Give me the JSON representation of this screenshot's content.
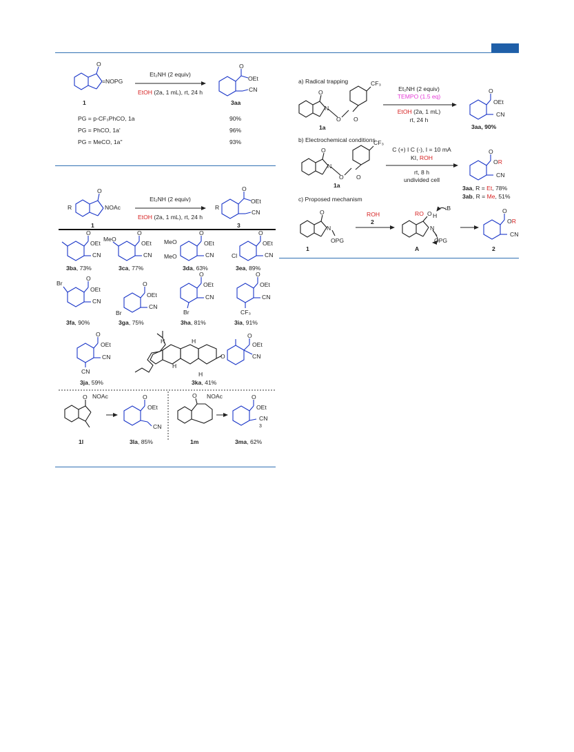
{
  "header": {
    "accent_color": "#1f5fa8"
  },
  "scheme1": {
    "reagent_top": "Et₂NH (2 equiv)",
    "reagent_bottom_solvent": "EtOH",
    "reagent_bottom_rest": " (2a, 1 mL), rt, 24 h",
    "start_label": "1",
    "start_group": "=NOPG",
    "product_label": "3aa",
    "product_ester": "OEt",
    "product_cn": "CN",
    "pg_rows": [
      {
        "text": "PG = p-CF₃PhCO, 1a",
        "yield": "90%"
      },
      {
        "text": "PG = PhCO, 1a'",
        "yield": "96%"
      },
      {
        "text": "PG = MeCO, 1a''",
        "yield": "93%"
      }
    ]
  },
  "scheme2": {
    "reagent_top": "Et₂NH (2 equiv)",
    "reagent_bottom_solvent": "EtOH",
    "reagent_bottom_rest": " (2a, 1 mL), rt, 24 h",
    "start_label": "1",
    "start_group": "NOAc",
    "product_label": "3",
    "r_label": "R",
    "ester": "OEt",
    "cn": "CN",
    "products": [
      {
        "code": "3ba",
        "yield": ", 73%"
      },
      {
        "code": "3ca",
        "yield": ", 77%"
      },
      {
        "code": "3da",
        "yield": ", 63%"
      },
      {
        "code": "3ea",
        "yield": ", 89%"
      },
      {
        "code": "3fa",
        "yield": ", 90%"
      },
      {
        "code": "3ga",
        "yield": ", 75%"
      },
      {
        "code": "3ha",
        "yield": ", 81%"
      },
      {
        "code": "3ia",
        "yield": ", 91%"
      },
      {
        "code": "3ja",
        "yield": ", 59%"
      },
      {
        "code": "3ka",
        "yield": ", 41%"
      },
      {
        "code": "3la",
        "yield": ", 85%"
      },
      {
        "code": "3ma",
        "yield": ", 62%"
      }
    ],
    "substituents": {
      "meo": "MeO",
      "br": "Br",
      "cl": "Cl",
      "cf3": "CF₃",
      "h": "H",
      "o": "O"
    },
    "bottom_starts": [
      {
        "label": "1l",
        "group": "NOAc"
      },
      {
        "label": "1m",
        "group": "NOAc"
      }
    ],
    "ma_subscript": "3"
  },
  "right": {
    "a_title": "a) Radical trapping",
    "a_reagent_top": "Et₂NH (2 equiv)",
    "a_reagent_tempo": "TEMPO (1.5 eq)",
    "a_reagent_solvent": "EtOH",
    "a_reagent_rest": " (2a, 1 mL)",
    "a_reagent_cond": "rt, 24 h",
    "a_start_label": "1a",
    "a_product_label": "3aa, 90%",
    "cf3": "CF₃",
    "b_title": "b) Electrochemical conditions",
    "b_reagent_top": "C (+) I C (-), I = 10 mA",
    "b_reagent_ki": "KI, ",
    "b_reagent_roh": "ROH",
    "b_reagent_cond1": "rt, 8 h",
    "b_reagent_cond2": "undivided cell",
    "b_start_label": "1a",
    "b_prod_aa": "3aa",
    "b_prod_aa_rest": ", R = ",
    "b_prod_aa_r": "Et",
    "b_prod_aa_y": ", 78%",
    "b_prod_ab": "3ab",
    "b_prod_ab_rest": ", R = ",
    "b_prod_ab_r": "Me",
    "b_prod_ab_y": ", 51%",
    "b_ester": "OR",
    "c_title": "c) Proposed mechanism",
    "c_roh": "ROH",
    "c_roh_label": "2",
    "c_start_label": "1",
    "c_int_label": "A",
    "c_prod_label": "2",
    "c_opg": "OPG",
    "c_ro": "RO",
    "c_b": ":B",
    "c_h": "H",
    "c_n": "N",
    "c_o": "O"
  }
}
